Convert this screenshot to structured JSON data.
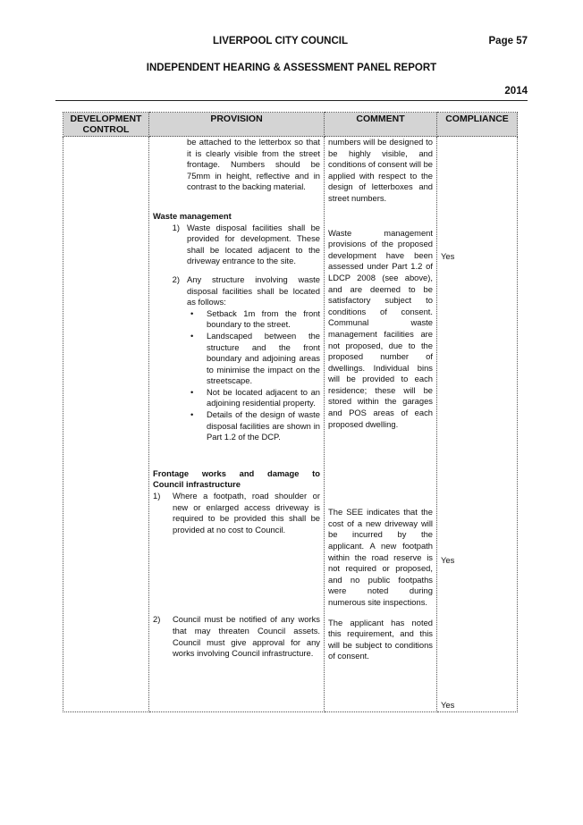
{
  "header": {
    "council": "LIVERPOOL CITY COUNCIL",
    "page": "Page 57",
    "report_title": "INDEPENDENT HEARING & ASSESSMENT PANEL REPORT",
    "year": "2014"
  },
  "table": {
    "columns": [
      "DEVELOPMENT CONTROL",
      "PROVISION",
      "COMMENT",
      "COMPLIANCE"
    ],
    "continued": {
      "provision": "be attached to the letterbox so that it is clearly visible from the street frontage. Numbers should be 75mm in height, reflective and in contrast to the backing material.",
      "comment": "numbers will be designed to be highly visible, and conditions of consent will be applied with respect to the design of letterboxes and street numbers."
    },
    "waste": {
      "heading": "Waste management",
      "item1_num": "1)",
      "item1": "Waste disposal facilities shall be provided for development. These shall be located adjacent to the driveway entrance to the site.",
      "item2_num": "2)",
      "item2": "Any structure involving waste disposal facilities shall be located as follows:",
      "bullet_symbol": "•",
      "bullets": [
        "Setback 1m from the front boundary to the street.",
        "Landscaped between the structure and the front boundary and adjoining areas to minimise the impact on the streetscape.",
        "Not be located adjacent to an adjoining residential property.",
        "Details of the design of waste disposal facilities are shown in Part 1.2 of the DCP."
      ],
      "comment": "Waste management provisions of the proposed development have been assessed under Part 1.2 of LDCP 2008 (see above), and are deemed to be satisfactory subject to conditions of consent. Communal waste management facilities are not proposed, due to the proposed number of dwellings. Individual bins will be provided to each residence; these will be stored within the garages and POS areas of each proposed dwelling.",
      "compliance": "Yes"
    },
    "frontage": {
      "heading_line1": "Frontage works and damage to",
      "heading_line2": "Council infrastructure",
      "compliance_heading": "Yes",
      "item1_num": "1)",
      "item1": "Where a footpath, road shoulder or new or enlarged access driveway is required to be provided this shall be provided at no cost to Council.",
      "item1_comment": "The SEE indicates that the cost of a new driveway will be incurred by the applicant. A new footpath within the road reserve is not required or proposed, and no public footpaths were noted during numerous site inspections.",
      "item2_num": "2)",
      "item2": "Council must be notified of any works that may threaten Council assets. Council must give approval for any works involving Council infrastructure.",
      "item2_comment": "The applicant has noted this requirement, and this will be subject to conditions of consent.",
      "item2_compliance": "Yes"
    }
  }
}
